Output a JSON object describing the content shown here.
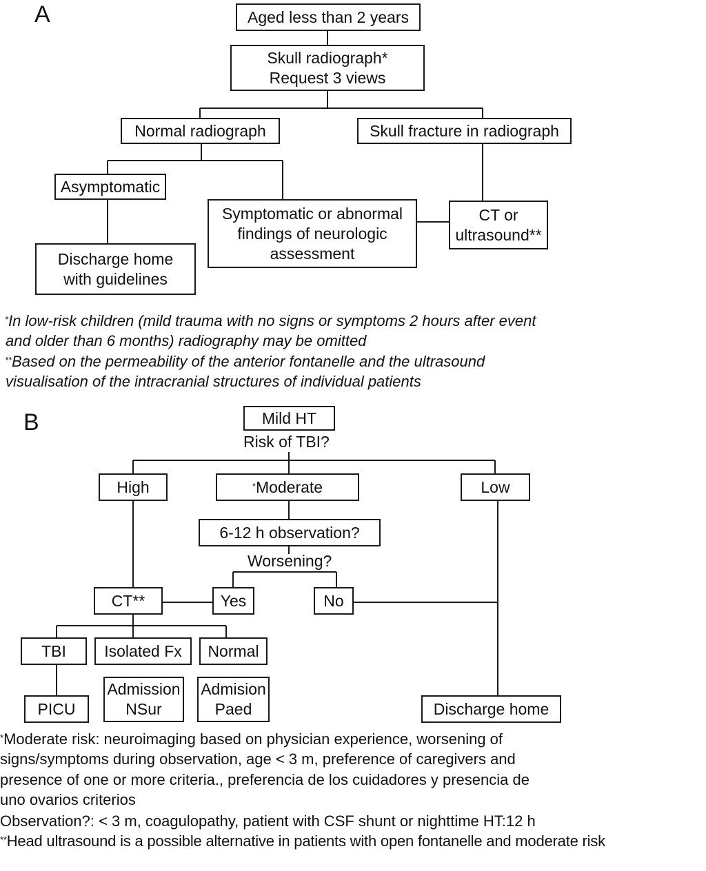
{
  "panelA": {
    "label": "A",
    "age": "Aged less than 2 years",
    "skull_l1": "Skull radiograph*",
    "skull_l2": "Request 3 views",
    "normal": "Normal radiograph",
    "fracture": "Skull fracture in radiograph",
    "asymptomatic": "Asymptomatic",
    "symptomatic_l1": "Symptomatic or abnormal",
    "symptomatic_l2": "findings of neurologic",
    "symptomatic_l3": "assessment",
    "ct_l1": "CT or",
    "ct_l2": "ultrasound**",
    "discharge_l1": "Discharge home",
    "discharge_l2": "with guidelines",
    "note1_mark": "*",
    "note1_l1": "In low-risk children (mild trauma with no signs or symptoms 2 hours after event",
    "note1_l2": "and older than 6 months) radiography may be omitted",
    "note2_mark": "**",
    "note2_l1": "Based on the permeability of the anterior fontanelle and the ultrasound",
    "note2_l2": "visualisation of the intracranial structures of individual patients"
  },
  "panelB": {
    "label": "B",
    "mild": "Mild HT",
    "risk": "Risk of TBI?",
    "high": "High",
    "moderate_mark": "*",
    "moderate": "Moderate",
    "low": "Low",
    "observation": "6-12 h observation?",
    "worsening": "Worsening?",
    "yes": "Yes",
    "no": "No",
    "ct": "CT**",
    "tbi": "TBI",
    "isolated": "Isolated Fx",
    "normal": "Normal",
    "picu": "PICU",
    "adm_nsur_l1": "Admission",
    "adm_nsur_l2": "NSur",
    "adm_paed_l1": "Admision",
    "adm_paed_l2": "Paed",
    "discharge": "Discharge home",
    "note1_mark": "*",
    "note1_l1": "Moderate risk: neuroimaging based on physician experience, worsening of",
    "note1_l2": "signs/symptoms during observation, age < 3 m, preference of caregivers and",
    "note1_l3": "presence of one or more criteria., preferencia de los cuidadores y presencia de",
    "note1_l4": "uno ovarios criterios",
    "note2": "Observation?: < 3 m, coagulopathy, patient with CSF shunt or nighttime HT:12 h",
    "note3_mark": "**",
    "note3": "Head ultrasound is a possible alternative in patients with open fontanelle and moderate risk"
  }
}
